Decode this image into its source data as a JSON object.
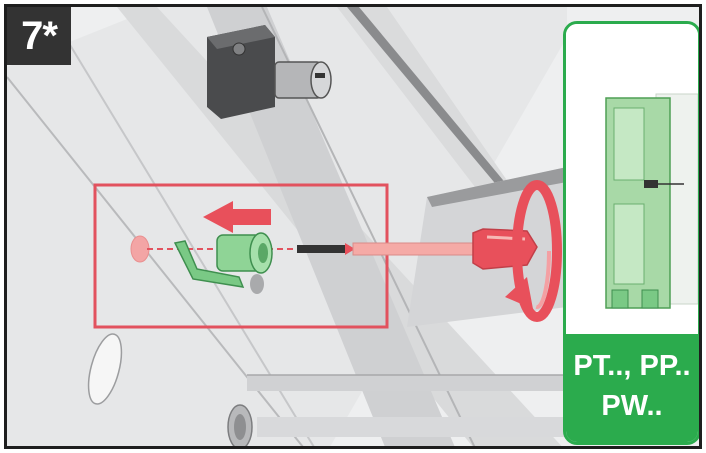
{
  "step": {
    "label": "7*"
  },
  "models": {
    "line1": "PT.., PP..",
    "line2": "PW.."
  },
  "icons": [
    "screwdriver-icon",
    "rotate-arrow-icon",
    "push-left-arrow-icon",
    "cylinder-lock-icon",
    "profile-section-icon"
  ],
  "colors": {
    "badge": "#333333",
    "panel_accent": "#2bab4d",
    "highlight_box": "#e2525e",
    "arrow": "#e8505b",
    "part_green": "#7ac985"
  }
}
